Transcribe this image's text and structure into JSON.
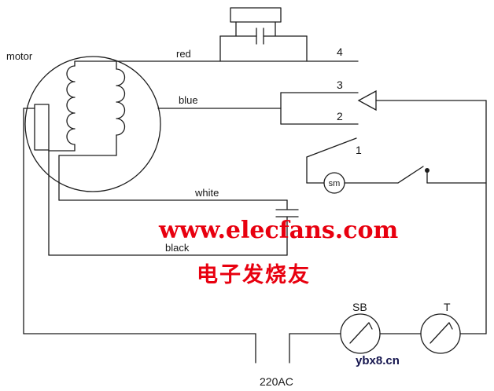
{
  "colors": {
    "line": "#1c1c1c",
    "background": "#ffffff",
    "watermark_red": "#e8000f",
    "watermark_dark": "#15154e"
  },
  "diagram": {
    "motor_label": "motor",
    "wires": {
      "red": "red",
      "blue": "blue",
      "white": "white",
      "black": "black"
    },
    "terminals": {
      "t4": "4",
      "t3": "3",
      "t2": "2",
      "t1": "1"
    },
    "components": {
      "swing_motor": "sm",
      "push_switch": "SB",
      "thermostat": "T"
    },
    "supply": "220AC"
  },
  "watermarks": {
    "url": "www.elecfans.com",
    "site_name": "电子发烧友",
    "corner_tag": "ybx8.cn"
  }
}
